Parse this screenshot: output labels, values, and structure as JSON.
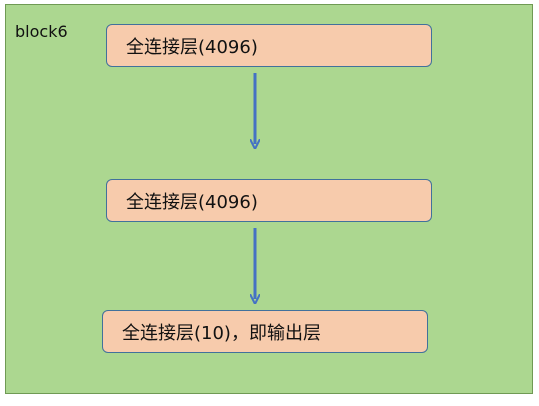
{
  "block": {
    "label": "block6"
  },
  "layers": [
    {
      "label": "全连接层(4096)"
    },
    {
      "label": "全连接层(4096)"
    },
    {
      "label": "全连接层(10)，即输出层"
    }
  ],
  "colors": {
    "block_fill": "#acd790",
    "block_border": "#6f9a54",
    "box_fill": "#f7cbac",
    "box_border": "#41719c",
    "arrow": "#4472c4"
  }
}
